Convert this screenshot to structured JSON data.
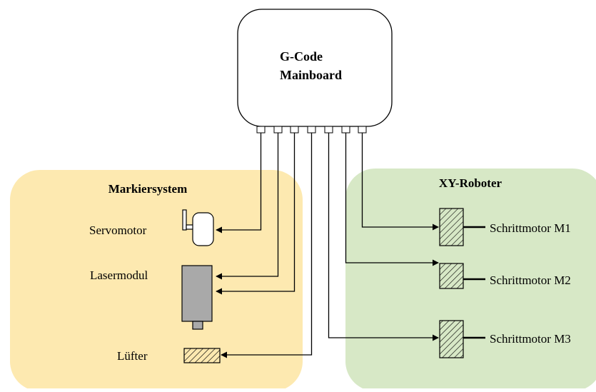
{
  "diagram": {
    "mainboard": {
      "title_line1": "G-Code",
      "title_line2": "Mainboard"
    },
    "groups": {
      "marking": {
        "title": "Markiersystem",
        "color": "#fde9b0"
      },
      "xy": {
        "title": "XY-Roboter",
        "color": "#d7e8c6"
      }
    },
    "components": {
      "servomotor": "Servomotor",
      "lasermodul": "Lasermodul",
      "luefter": "Lüfter",
      "motor_m1": "Schrittmotor M1",
      "motor_m2": "Schrittmotor M2",
      "motor_m3": "Schrittmotor M3"
    },
    "colors": {
      "laser_body": "#a9a9a9",
      "line": "#000000"
    }
  }
}
